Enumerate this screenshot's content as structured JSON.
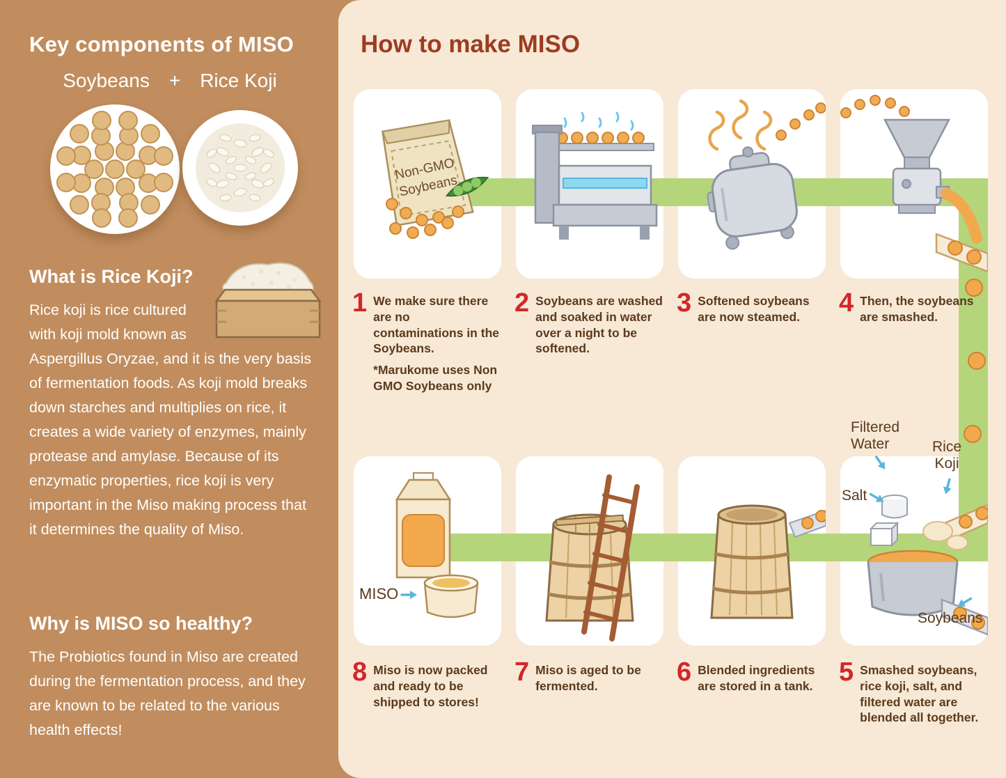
{
  "sidebar": {
    "title": "Key components of MISO",
    "soybeans_label": "Soybeans",
    "plus_sign": "+",
    "rice_koji_label": "Rice Koji",
    "what_is": {
      "title": "What is Rice Koji?",
      "body": "Rice koji is rice cultured with koji mold known as Aspergillus Oryzae, and it is the very basis of fermentation foods.  As koji mold breaks down starches and multiplies on rice, it creates a wide variety of enzymes, mainly protease and amylase.  Because of its enzymatic properties, rice koji is very important in the Miso making process that it determines the quality of Miso."
    },
    "why_healthy": {
      "title": "Why is MISO so healthy?",
      "body": "The Probiotics found in Miso are created during the fermentation process, and they are known to be related to the various health effects!"
    }
  },
  "main": {
    "title": "How to make MISO",
    "steps": [
      {
        "number": "1",
        "caption": "We make sure there are no contaminations in the Soybeans.",
        "note": "*Marukome uses Non GMO Soybeans only"
      },
      {
        "number": "2",
        "caption": "Soybeans are washed and soaked in water over a night to be softened."
      },
      {
        "number": "3",
        "caption": "Softened soybeans are now steamed."
      },
      {
        "number": "4",
        "caption": "Then, the soybeans are smashed."
      },
      {
        "number": "5",
        "caption": "Smashed soybeans, rice koji, salt, and filtered water are blended all together."
      },
      {
        "number": "6",
        "caption": "Blended ingredients are stored in a tank."
      },
      {
        "number": "7",
        "caption": "Miso is aged to be fermented."
      },
      {
        "number": "8",
        "caption": "Miso is now packed and ready to be shipped to stores!"
      }
    ],
    "labels": {
      "bag_line1": "Non-GMO",
      "bag_line2": "Soybeans",
      "filtered_water": "Filtered Water",
      "rice_koji": "Rice Koji",
      "salt": "Salt",
      "soybeans": "Soybeans",
      "miso": "MISO"
    }
  },
  "colors": {
    "sidebar_bg": "#c18d5e",
    "panel_bg": "#f7e9d6",
    "flow_band": "#b5d57b",
    "step_number": "#d2262b",
    "caption_text": "#5b3a1d",
    "main_title": "#9d3c21",
    "label_arrow": "#58b7dd",
    "soybean": "#f0ac52"
  }
}
